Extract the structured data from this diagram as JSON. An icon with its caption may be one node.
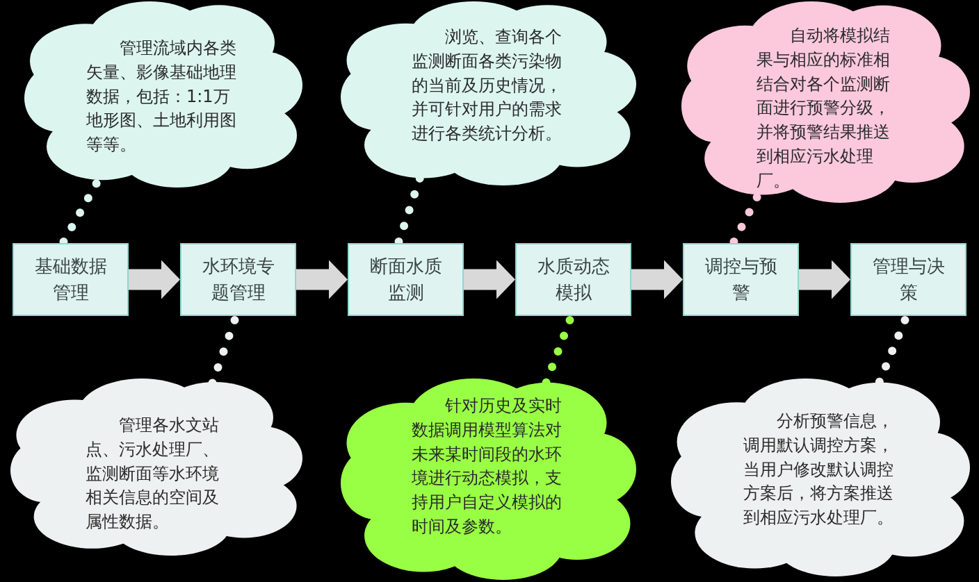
{
  "diagram": {
    "nodes": [
      {
        "text": [
          "管理流域内各类矢量、影像基础地理数据，包括：1:1万地形图、土地利用图等等。"
        ]
      },
      {
        "text": [
          "浏览、查询各个监测断面各类污染物的当前及历史情况，并可针对用户的需求进行各类统计分析。"
        ]
      },
      {
        "text": [
          "自动将模拟结果与相应的标准相结合对各个监测断面进行预警分级，并将预警结果推送到相应污水处理厂。"
        ]
      },
      {
        "text": [
          "基础数据管理"
        ]
      },
      {
        "text": [
          "水环境专题管理"
        ]
      },
      {
        "text": [
          "断面水质监测"
        ]
      },
      {
        "text": [
          "水质动态模拟"
        ]
      },
      {
        "text": [
          "调控与预警"
        ]
      },
      {
        "text": [
          "管理与决策"
        ]
      },
      {
        "text": [
          "管理各水文站点、污水处理厂、监测断面等水环境相关信息的空间及属性数据。"
        ]
      },
      {
        "text": [
          "针对历史及实时数据调用模型算法对未来某时间段的水环境进行动态模拟，支持用户自定义模拟的时间及参数。"
        ]
      },
      {
        "text": [
          "分析预警信息，调用默认调控方案，当用户修改默认调控方案后，将方案推送到相应污水处理厂。"
        ]
      }
    ],
    "edges": [
      {
        "from": 3,
        "to": 4,
        "arrow": "to",
        "style": "thick",
        "color": "#d9d9d9"
      },
      {
        "from": 4,
        "to": 5,
        "arrow": "to",
        "style": "thick",
        "color": "#d9d9d9"
      },
      {
        "from": 5,
        "to": 6,
        "arrow": "to",
        "style": "thick",
        "color": "#d9d9d9"
      },
      {
        "from": 6,
        "to": 7,
        "arrow": "to",
        "style": "thick",
        "color": "#d9d9d9"
      },
      {
        "from": 7,
        "to": 8,
        "arrow": "to",
        "style": "thick",
        "color": "#d9d9d9"
      },
      {
        "from": 3,
        "to": 0,
        "arrow": "none",
        "style": "dashed",
        "color": "#dcf5ef"
      },
      {
        "from": 5,
        "to": 1,
        "arrow": "none",
        "style": "dashed",
        "color": "#dcf5ef"
      },
      {
        "from": 7,
        "to": 2,
        "arrow": "none",
        "style": "dashed",
        "color": "#fbc8dc"
      },
      {
        "from": 4,
        "to": 9,
        "arrow": "none",
        "style": "dashed",
        "color": "#eef1f1"
      },
      {
        "from": 6,
        "to": 10,
        "arrow": "none",
        "style": "dashed",
        "color": "#99ff44"
      },
      {
        "from": 8,
        "to": 11,
        "arrow": "none",
        "style": "dashed",
        "color": "#eef1f1"
      }
    ]
  }
}
